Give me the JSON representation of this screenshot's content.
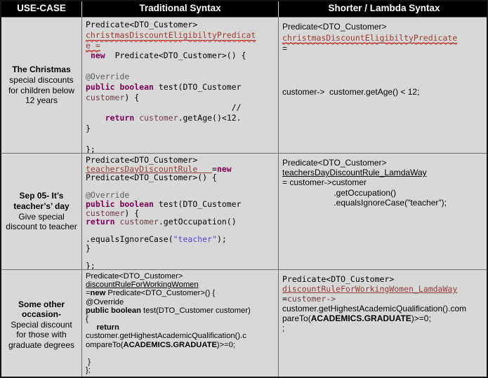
{
  "header": {
    "usecase": "USE-CASE",
    "traditional": "Traditional Syntax",
    "lambda": "Shorter / Lambda Syntax"
  },
  "colors": {
    "header_bg": "#000000",
    "header_text": "#ffffff",
    "cell_bg": "#d8d8d8",
    "keyword": "#7f0055",
    "annotation": "#5e5e5e",
    "variable": "#6f3c45",
    "string": "#4a4ad2",
    "error_name": "#9c3a31",
    "squiggle": "#d93025"
  },
  "rows": [
    {
      "usecase_bold": "The Christmas",
      "usecase_rest": "special discounts for children below 12 years",
      "traditional": {
        "font": "mono",
        "cls": "lh148",
        "lines": [
          {
            "t": [
              {
                "x": "Predicate<DTO_Customer>"
              }
            ]
          },
          {
            "t": [
              {
                "x": "christmasDiscountEligibiltyPredicat",
                "c": "errw"
              }
            ]
          },
          {
            "t": [
              {
                "x": "e =",
                "c": "errw"
              }
            ]
          },
          {
            "t": [
              {
                "x": " "
              },
              {
                "x": "new",
                "c": "kw"
              },
              {
                "x": "  Predicate<DTO_Customer>() {"
              }
            ]
          },
          {
            "t": []
          },
          {
            "t": [
              {
                "x": "@Override",
                "c": "ann"
              }
            ]
          },
          {
            "t": [
              {
                "x": "public boolean",
                "c": "kw"
              },
              {
                "x": " test(DTO_Customer"
              }
            ]
          },
          {
            "t": [
              {
                "x": "customer",
                "c": "var"
              },
              {
                "x": ") {"
              }
            ]
          },
          {
            "t": [
              {
                "x": "                              //"
              }
            ]
          },
          {
            "t": [
              {
                "x": "    "
              },
              {
                "x": "return",
                "c": "kw"
              },
              {
                "x": " "
              },
              {
                "x": "customer",
                "c": "var"
              },
              {
                "x": ".getAge()<12."
              }
            ]
          },
          {
            "t": [
              {
                "x": "}"
              }
            ]
          },
          {
            "t": []
          },
          {
            "t": [
              {
                "x": "};"
              }
            ]
          }
        ]
      },
      "lambda": {
        "font": "sans",
        "cls": "lh155",
        "lines": [
          {
            "t": [
              {
                "x": "Predicate<DTO_Customer>"
              }
            ]
          },
          {
            "f": "mono",
            "t": [
              {
                "x": "christmasDiscountEligibiltyPredicate",
                "c": "errw"
              }
            ]
          },
          {
            "t": [
              {
                "x": "="
              }
            ]
          },
          {
            "t": []
          },
          {
            "t": []
          },
          {
            "t": []
          },
          {
            "t": [
              {
                "x": "customer->  customer.getAge() < 12;"
              }
            ]
          }
        ]
      }
    },
    {
      "usecase_bold": "Sep 05- It’s teacher’s’ day",
      "usecase_rest": "Give special discount to teacher",
      "traditional": {
        "font": "mono",
        "cls": "lh126",
        "lines": [
          {
            "t": [
              {
                "x": "Predicate<DTO_Customer>"
              }
            ]
          },
          {
            "t": [
              {
                "x": "teachersDayDiscountRule   ",
                "c": "undr"
              },
              {
                "x": "="
              },
              {
                "x": "new",
                "c": "kw"
              }
            ]
          },
          {
            "t": [
              {
                "x": "Predicate<DTO_Customer>() {"
              }
            ]
          },
          {
            "t": []
          },
          {
            "t": [
              {
                "x": "@Override",
                "c": "ann"
              }
            ]
          },
          {
            "t": [
              {
                "x": "public boolean",
                "c": "kw"
              },
              {
                "x": " test(DTO_Customer"
              }
            ]
          },
          {
            "t": [
              {
                "x": "customer",
                "c": "var"
              },
              {
                "x": ") {"
              }
            ]
          },
          {
            "t": [
              {
                "x": "return",
                "c": "kw"
              },
              {
                "x": " "
              },
              {
                "x": "customer",
                "c": "var"
              },
              {
                "x": ".getOccupation()"
              }
            ]
          },
          {
            "t": []
          },
          {
            "t": [
              {
                "x": ".equalsIgnoreCase("
              },
              {
                "x": "\"teacher\"",
                "c": "str"
              },
              {
                "x": ");"
              }
            ]
          },
          {
            "t": [
              {
                "x": "}"
              }
            ]
          },
          {
            "t": []
          },
          {
            "t": [
              {
                "x": "};"
              }
            ]
          }
        ]
      },
      "lambda": {
        "font": "sans",
        "cls": "lh142",
        "lines": [
          {
            "t": [
              {
                "x": "Predicate<DTO_Customer>"
              }
            ]
          },
          {
            "t": [
              {
                "x": "teachersDayDiscountRule_LamdaWay",
                "c": "undb"
              }
            ]
          },
          {
            "t": [
              {
                "x": "= customer->customer"
              }
            ]
          },
          {
            "t": [
              {
                "x": "                      .getOccupation()"
              }
            ]
          },
          {
            "t": [
              {
                "x": "                      .equalsIgnoreCase(\"teacher\");"
              }
            ]
          }
        ]
      }
    },
    {
      "usecase_bold": "Some other occasion-",
      "usecase_rest": "Special discount for those with graduate degrees",
      "traditional": {
        "font": "sans",
        "cls": "lh122",
        "lines": [
          {
            "t": [
              {
                "x": "Predicate<DTO_Customer>"
              }
            ]
          },
          {
            "t": [
              {
                "x": "discountRuleForWorkingWomen",
                "c": "undb"
              }
            ]
          },
          {
            "t": [
              {
                "x": "="
              },
              {
                "x": "new",
                "c": "b"
              },
              {
                "x": " Predicate<DTO_Customer>() {"
              }
            ]
          },
          {
            "t": [
              {
                "x": "@Override"
              }
            ]
          },
          {
            "t": [
              {
                "x": "public boolean",
                "c": "b"
              },
              {
                "x": " test(DTO_Customer customer)"
              }
            ]
          },
          {
            "t": [
              {
                "x": "{"
              }
            ]
          },
          {
            "t": [
              {
                "x": "     "
              },
              {
                "x": "return",
                "c": "b"
              }
            ]
          },
          {
            "t": [
              {
                "x": "customer.getHighestAcademicQualification().c"
              }
            ]
          },
          {
            "t": [
              {
                "x": "ompareTo("
              },
              {
                "x": "ACADEMICS.GRADUATE",
                "c": "b"
              },
              {
                "x": ")>=0;"
              }
            ]
          },
          {
            "t": []
          },
          {
            "t": [
              {
                "x": " }"
              }
            ]
          },
          {
            "t": [
              {
                "x": "};"
              }
            ]
          }
        ]
      },
      "lambda": {
        "font": "mono",
        "cls": "lh140",
        "lines": [
          {
            "t": [
              {
                "x": "Predicate<DTO_Customer>"
              }
            ]
          },
          {
            "t": [
              {
                "x": "discountRuleForWorkingWomen_LamdaWay",
                "c": "undr"
              }
            ]
          },
          {
            "t": [
              {
                "x": "="
              },
              {
                "x": "customer->",
                "c": "var"
              }
            ]
          },
          {
            "f": "sans",
            "t": [
              {
                "x": "customer.getHighestAcademicQualification().com"
              }
            ]
          },
          {
            "f": "sans",
            "t": [
              {
                "x": "pareTo("
              },
              {
                "x": "ACADEMICS.GRADUATE",
                "c": "b"
              },
              {
                "x": ")>=0;"
              }
            ]
          },
          {
            "f": "sans",
            "t": [
              {
                "x": ";"
              }
            ]
          }
        ]
      }
    }
  ]
}
